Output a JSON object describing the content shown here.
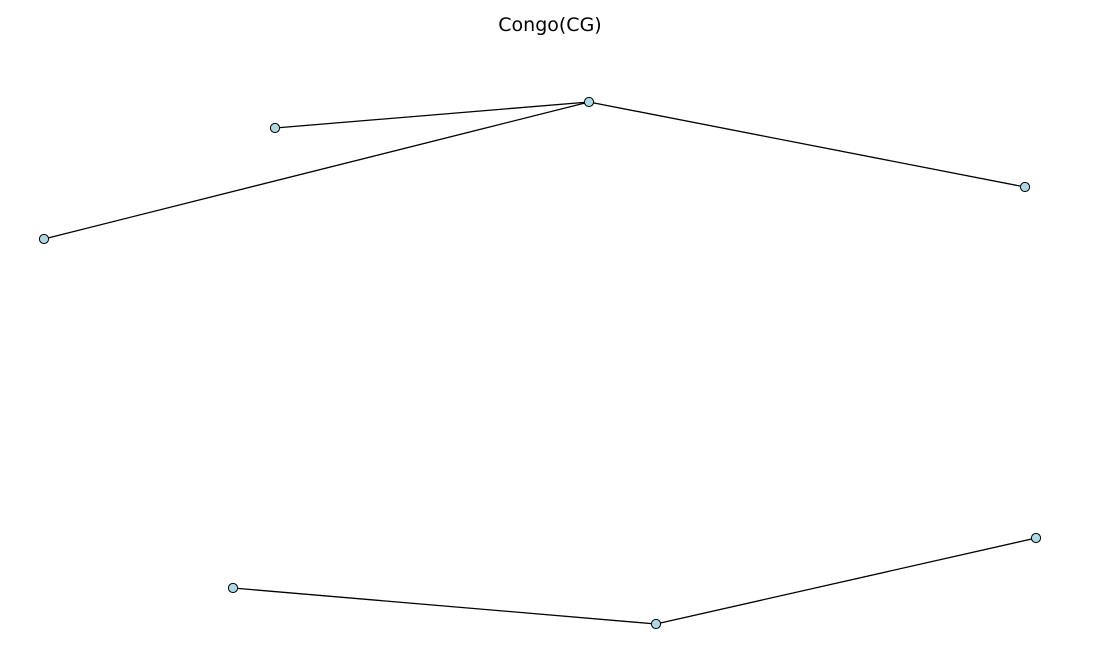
{
  "title": "Congo(CG)",
  "colors": {
    "node_fill": "#add8e6",
    "node_stroke": "#000000",
    "edge": "#000000"
  },
  "graph": {
    "nodes": [
      {
        "id": "n1"
      },
      {
        "id": "n2"
      },
      {
        "id": "n3"
      },
      {
        "id": "n4"
      },
      {
        "id": "n5"
      },
      {
        "id": "n6"
      },
      {
        "id": "n7"
      }
    ],
    "edges": [
      {
        "source": "n1",
        "target": "n2"
      },
      {
        "source": "n1",
        "target": "n3"
      },
      {
        "source": "n1",
        "target": "n4"
      },
      {
        "source": "n5",
        "target": "n6"
      },
      {
        "source": "n6",
        "target": "n7"
      }
    ]
  }
}
